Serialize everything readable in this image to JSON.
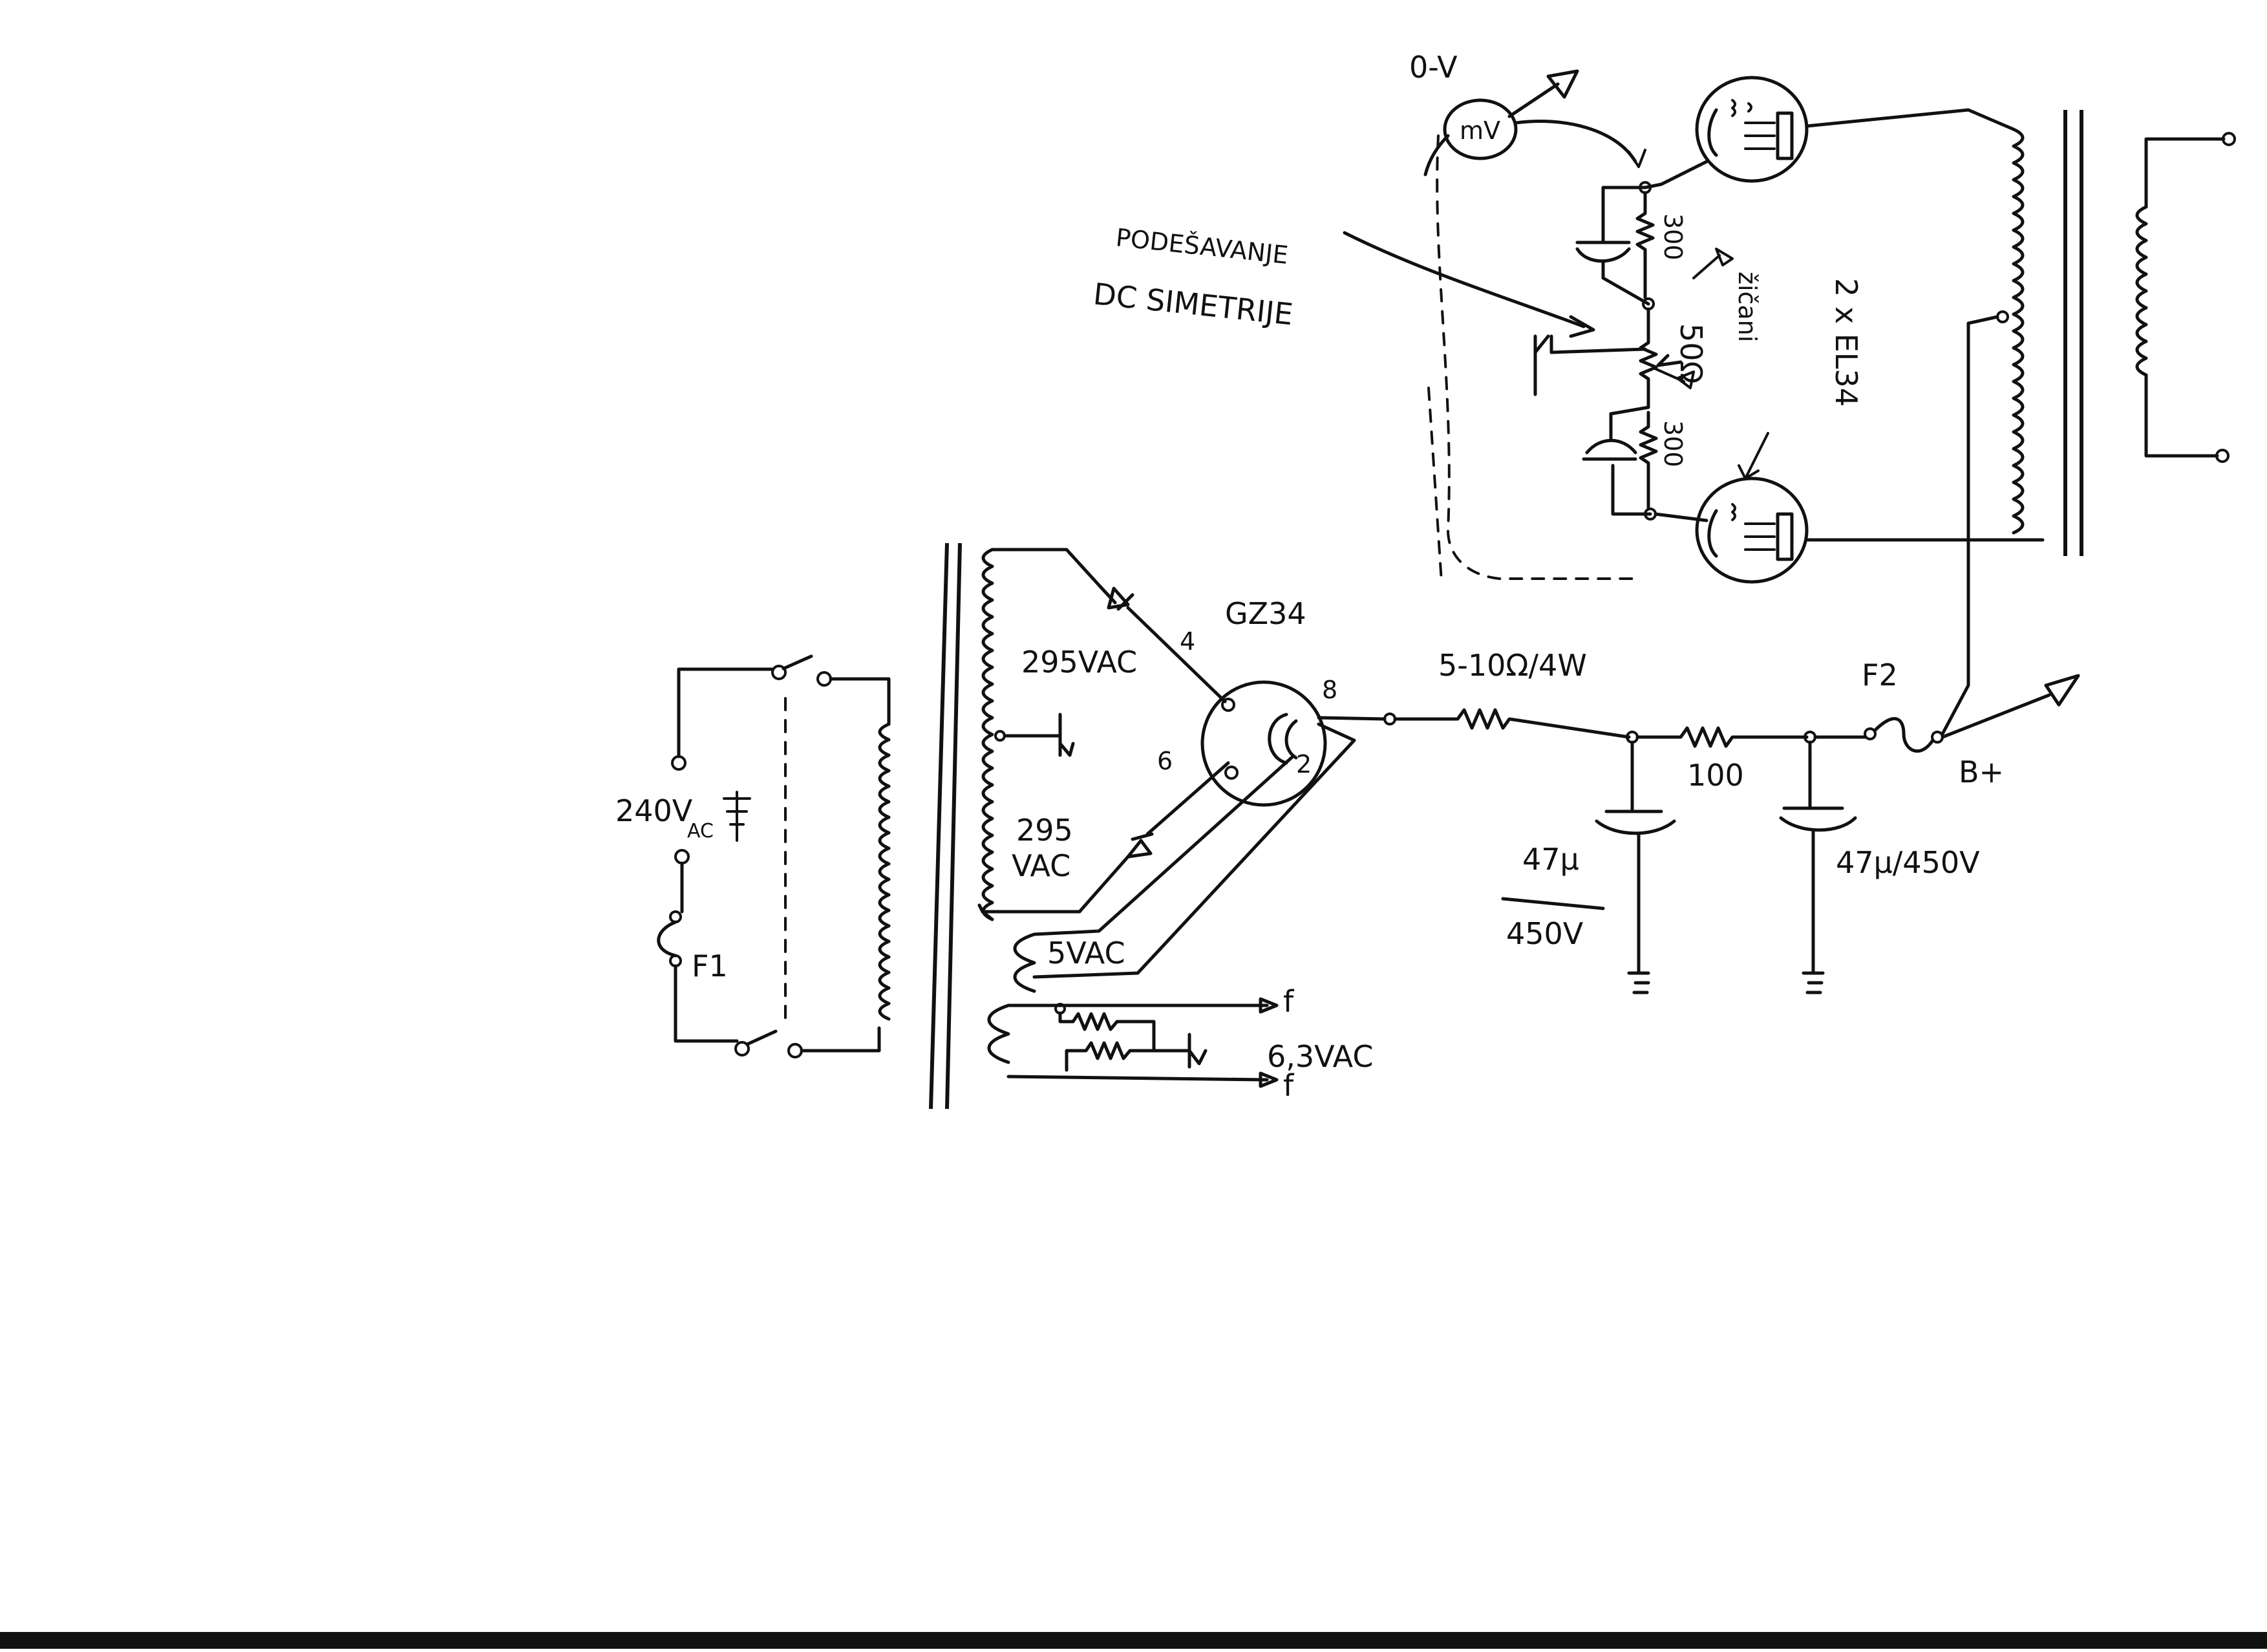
{
  "labels": {
    "voltmeter_range": "0-V",
    "voltmeter_symbol": "mV",
    "adjust_line1": "PODEŠAVANJE",
    "adjust_line2": "DC SIMETRIJE",
    "tubes": "2 x EL34",
    "cathode_resistor_top": "300",
    "cathode_resistor_bottom": "300",
    "pot_value": "50Ω",
    "wirewound": "žičani",
    "rectifier_tube": "GZ34",
    "pin4": "4",
    "pin6": "6",
    "pin8": "8",
    "pin2": "2",
    "ht_upper": "295VAC",
    "ht_lower_a": "295",
    "ht_lower_b": "VAC",
    "filament_5v": "5VAC",
    "heater": "6,3VAC",
    "heater_out_1": "f",
    "heater_out_2": "f",
    "mains_a": "240V",
    "mains_b": "AC",
    "fuse1": "F1",
    "fuse2": "F2",
    "series_resistor": "5-10Ω/4W",
    "cap1_value": "47μ",
    "cap1_voltage": "450V",
    "mid_resistor": "100",
    "cap2_value": "47μ/450V",
    "b_plus": "B+"
  },
  "colors": {
    "ink": "#111111",
    "paper": "#ffffff"
  }
}
